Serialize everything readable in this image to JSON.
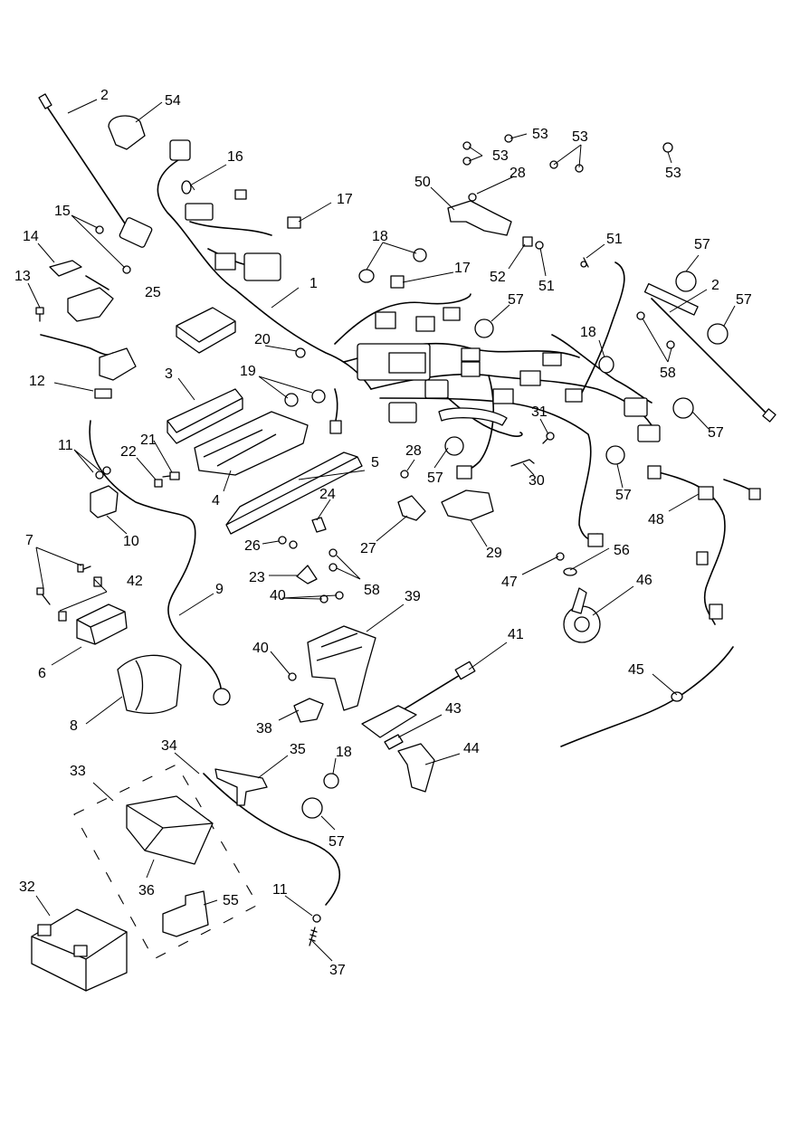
{
  "diagram": {
    "type": "exploded parts diagram",
    "callouts": [
      {
        "id": "c1",
        "label": "1"
      },
      {
        "id": "c2a",
        "label": "2"
      },
      {
        "id": "c2b",
        "label": "2"
      },
      {
        "id": "c3",
        "label": "3"
      },
      {
        "id": "c4",
        "label": "4"
      },
      {
        "id": "c5",
        "label": "5"
      },
      {
        "id": "c6",
        "label": "6"
      },
      {
        "id": "c7",
        "label": "7"
      },
      {
        "id": "c8",
        "label": "8"
      },
      {
        "id": "c9",
        "label": "9"
      },
      {
        "id": "c10",
        "label": "10"
      },
      {
        "id": "c11a",
        "label": "11"
      },
      {
        "id": "c11b",
        "label": "11"
      },
      {
        "id": "c12",
        "label": "12"
      },
      {
        "id": "c13",
        "label": "13"
      },
      {
        "id": "c14",
        "label": "14"
      },
      {
        "id": "c15",
        "label": "15"
      },
      {
        "id": "c16",
        "label": "16"
      },
      {
        "id": "c17a",
        "label": "17"
      },
      {
        "id": "c17b",
        "label": "17"
      },
      {
        "id": "c18a",
        "label": "18"
      },
      {
        "id": "c18b",
        "label": "18"
      },
      {
        "id": "c18c",
        "label": "18"
      },
      {
        "id": "c19",
        "label": "19"
      },
      {
        "id": "c20",
        "label": "20"
      },
      {
        "id": "c21",
        "label": "21"
      },
      {
        "id": "c22",
        "label": "22"
      },
      {
        "id": "c23",
        "label": "23"
      },
      {
        "id": "c24",
        "label": "24"
      },
      {
        "id": "c25",
        "label": "25"
      },
      {
        "id": "c26",
        "label": "26"
      },
      {
        "id": "c27",
        "label": "27"
      },
      {
        "id": "c28a",
        "label": "28"
      },
      {
        "id": "c28b",
        "label": "28"
      },
      {
        "id": "c29",
        "label": "29"
      },
      {
        "id": "c30",
        "label": "30"
      },
      {
        "id": "c31",
        "label": "31"
      },
      {
        "id": "c32",
        "label": "32"
      },
      {
        "id": "c33",
        "label": "33"
      },
      {
        "id": "c34",
        "label": "34"
      },
      {
        "id": "c35",
        "label": "35"
      },
      {
        "id": "c36",
        "label": "36"
      },
      {
        "id": "c37",
        "label": "37"
      },
      {
        "id": "c38",
        "label": "38"
      },
      {
        "id": "c39",
        "label": "39"
      },
      {
        "id": "c40a",
        "label": "40"
      },
      {
        "id": "c40b",
        "label": "40"
      },
      {
        "id": "c41",
        "label": "41"
      },
      {
        "id": "c42",
        "label": "42"
      },
      {
        "id": "c43",
        "label": "43"
      },
      {
        "id": "c44",
        "label": "44"
      },
      {
        "id": "c45",
        "label": "45"
      },
      {
        "id": "c46",
        "label": "46"
      },
      {
        "id": "c47",
        "label": "47"
      },
      {
        "id": "c48",
        "label": "48"
      },
      {
        "id": "c50",
        "label": "50"
      },
      {
        "id": "c51a",
        "label": "51"
      },
      {
        "id": "c51b",
        "label": "51"
      },
      {
        "id": "c52",
        "label": "52"
      },
      {
        "id": "c53a",
        "label": "53"
      },
      {
        "id": "c53b",
        "label": "53"
      },
      {
        "id": "c53c",
        "label": "53"
      },
      {
        "id": "c53d",
        "label": "53"
      },
      {
        "id": "c54",
        "label": "54"
      },
      {
        "id": "c55",
        "label": "55"
      },
      {
        "id": "c56",
        "label": "56"
      },
      {
        "id": "c57a",
        "label": "57"
      },
      {
        "id": "c57b",
        "label": "57"
      },
      {
        "id": "c57c",
        "label": "57"
      },
      {
        "id": "c57d",
        "label": "57"
      },
      {
        "id": "c57e",
        "label": "57"
      },
      {
        "id": "c57f",
        "label": "57"
      },
      {
        "id": "c57g",
        "label": "57"
      },
      {
        "id": "c58a",
        "label": "58"
      },
      {
        "id": "c58b",
        "label": "58"
      }
    ]
  }
}
